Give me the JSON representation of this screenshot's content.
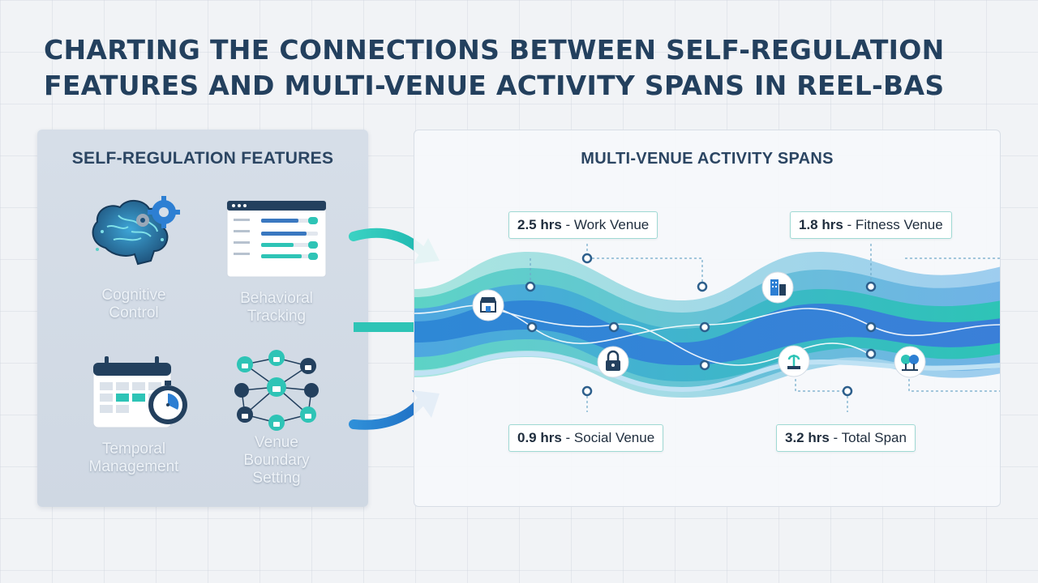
{
  "title": "CHARTING THE CONNECTIONS BETWEEN SELF-REGULATION FEATURES AND MULTI-VENUE ACTIVITY SPANS IN REEL-BAS",
  "left_panel": {
    "heading": "SELF-REGULATION FEATURES",
    "features": [
      {
        "label": "Cognitive Control",
        "icon": "brain-gear-icon"
      },
      {
        "label": "Behavioral Tracking",
        "icon": "dashboard-sliders-icon"
      },
      {
        "label": "Temporal Management",
        "icon": "calendar-stopwatch-icon"
      },
      {
        "label": "Venue Boundary Setting",
        "icon": "lock-network-icon"
      }
    ]
  },
  "right_panel": {
    "heading": "MULTI-VENUE ACTIVITY SPANS",
    "callouts": [
      {
        "value": "2.5 hrs",
        "label": "- Work Venue"
      },
      {
        "value": "1.8 hrs",
        "label": "- Fitness Venue"
      },
      {
        "value": "0.9 hrs",
        "label": "- Social Venue"
      },
      {
        "value": "3.2 hrs",
        "label": "- Total Span"
      }
    ],
    "stream_icons": [
      "storefront-icon",
      "lock-icon",
      "building-icon",
      "fountain-icon",
      "trees-icon"
    ]
  },
  "colors": {
    "title": "#23405e",
    "teal": "#2ec4b6",
    "blue": "#2d7fd3",
    "panel": "#d3dbe6"
  }
}
